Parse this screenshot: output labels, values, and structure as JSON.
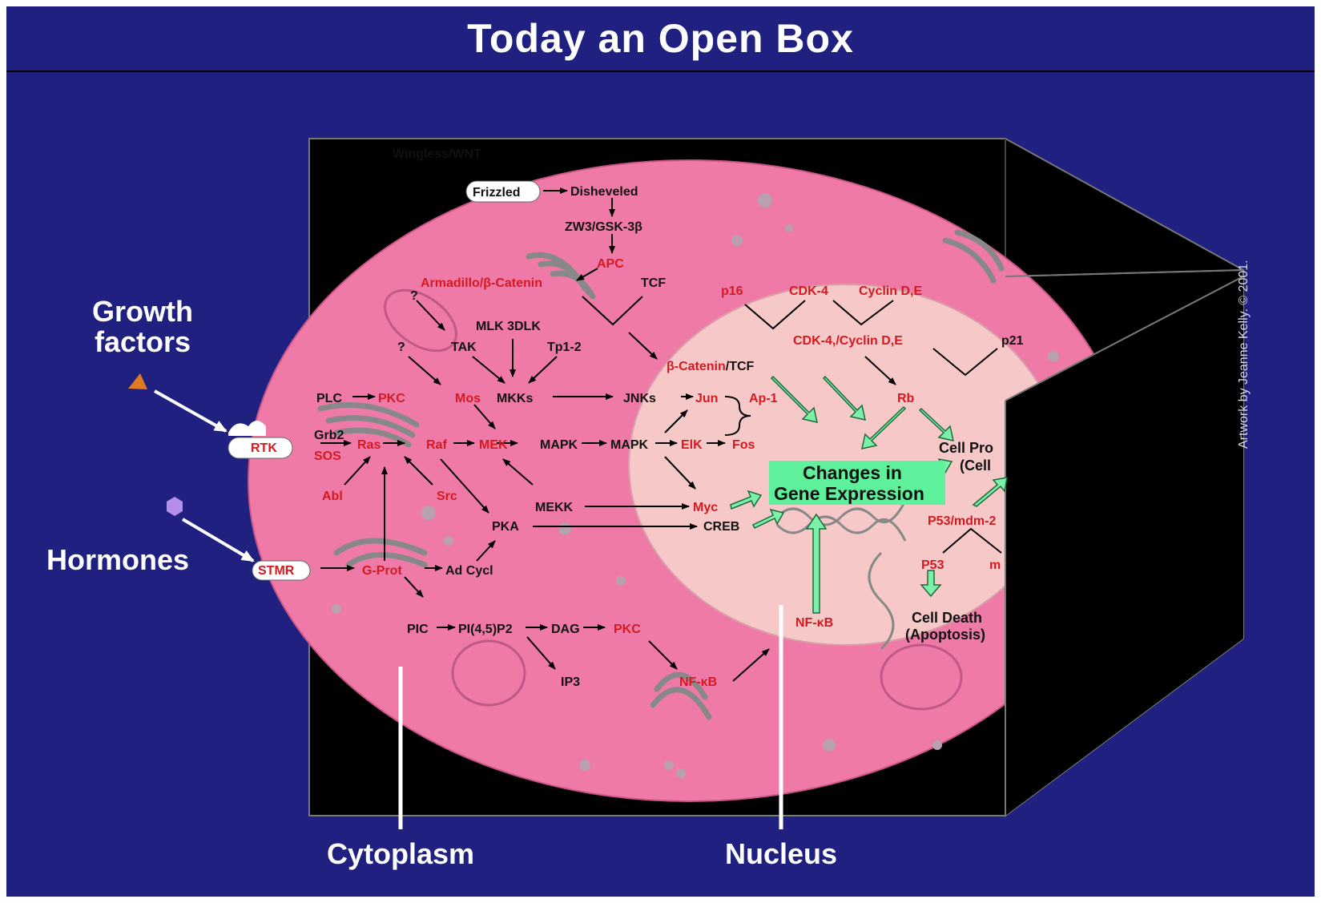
{
  "title": "Today an Open Box",
  "labels": {
    "growth_factors": "Growth factors",
    "hormones": "Hormones",
    "cytoplasm": "Cytoplasm",
    "nucleus": "Nucleus",
    "credit": "Artwork by Jeanne Kelly. © 2001."
  },
  "nodes": {
    "wnt": "Wingless/WNT",
    "frizzled": "Frizzled",
    "disheveled": "Disheveled",
    "zw3": "ZW3/GSK-3β",
    "apc": "APC",
    "armadillo": "Armadillo/β-Catenin",
    "tcf": "TCF",
    "q1": "?",
    "q2": "?",
    "mlk": "MLK 3DLK",
    "tak": "TAK",
    "tp12": "Tp1-2",
    "plc": "PLC",
    "pkc1": "PKC",
    "mos": "Mos",
    "mkks": "MKKs",
    "jnks": "JNKs",
    "jun": "Jun",
    "ap1": "Ap-1",
    "rtk": "RTK",
    "grb2": "Grb2",
    "sos": "SOS",
    "ras": "Ras",
    "raf": "Raf",
    "mek": "MEK",
    "mapk1": "MAPK",
    "mapk2": "MAPK",
    "elk": "ElK",
    "fos": "Fos",
    "abl": "Abl",
    "src": "Src",
    "mekk": "MEKK",
    "myc": "Myc",
    "pka": "PKA",
    "creb": "CREB",
    "stmr": "STMR",
    "gprot": "G-Prot",
    "adcycl": "Ad Cycl",
    "pic": "PIC",
    "pip2": "PI(4,5)P2",
    "dag": "DAG",
    "pkc2": "PKC",
    "ip3": "IP3",
    "nfkb1": "NF-κB",
    "nfkb2": "NF-κB",
    "p16": "p16",
    "cdk4": "CDK-4",
    "cyclin": "Cyclin D,E",
    "cdk4cyclin": "CDK-4,/Cyclin D,E",
    "p21": "p21",
    "bcatenin_tcf_red": "β-Catenin",
    "bcatenin_tcf_black": "/TCF",
    "rb": "Rb",
    "gene_line1": "Changes in",
    "gene_line2": "Gene Expression",
    "cellpro1": "Cell Pro",
    "cellpro2": "(Cell",
    "p53mdm": "P53/mdm-2",
    "p53": "P53",
    "mdm": "m",
    "celldeath1": "Cell Death",
    "celldeath2": "(Apoptosis)"
  },
  "colors": {
    "background": "#202080",
    "cell": "#ef7aa8",
    "nucleus": "#f6c8c8",
    "box": "#000000",
    "activator_text": "#d41a20",
    "arrow_green": "#7cf0a8",
    "gene_box": "#5ef09a"
  }
}
